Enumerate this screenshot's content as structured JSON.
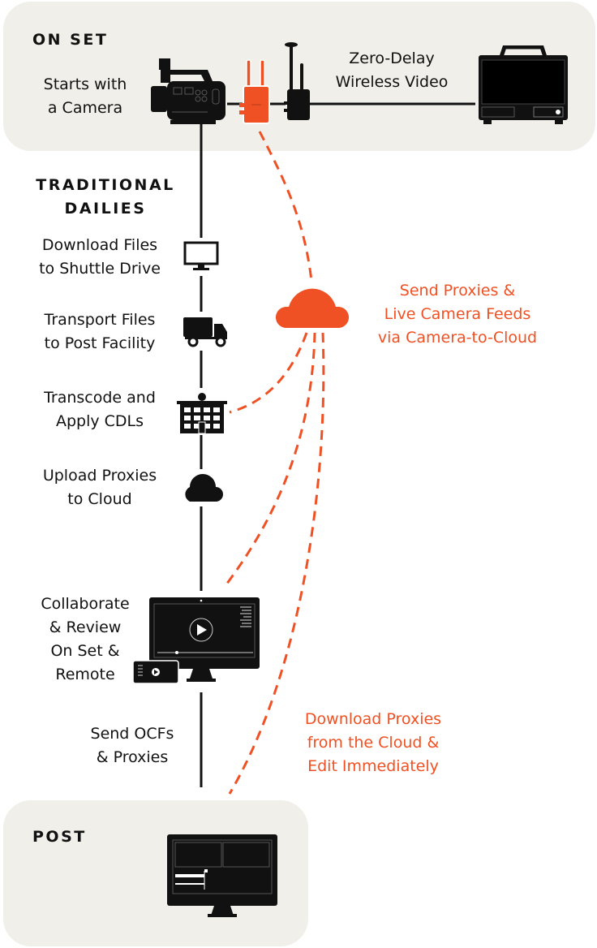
{
  "colors": {
    "accent": "#ef5124",
    "panel": "#f0efe9",
    "ink": "#111111"
  },
  "on_set": {
    "heading": "ON SET",
    "camera_label": "Starts with a Camera",
    "camera_label_lines": [
      "Starts with",
      "a Camera"
    ],
    "wireless_label_lines": [
      "Zero-Delay",
      "Wireless Video"
    ]
  },
  "traditional_dailies": {
    "heading_lines": [
      "TRADITIONAL",
      "DAILIES"
    ],
    "steps": [
      {
        "lines": [
          "Download Files",
          "to Shuttle Drive"
        ],
        "icon": "monitor-icon"
      },
      {
        "lines": [
          "Transport Files",
          "to Post Facility"
        ],
        "icon": "truck-icon"
      },
      {
        "lines": [
          "Transcode and",
          "Apply CDLs"
        ],
        "icon": "building-icon"
      },
      {
        "lines": [
          "Upload Proxies",
          "to Cloud"
        ],
        "icon": "cloud-icon"
      },
      {
        "lines": [
          "Collaborate",
          "& Review",
          "On Set &",
          "Remote"
        ],
        "icon": "devices-play-icon"
      },
      {
        "lines": [
          "Send OCFs",
          "& Proxies"
        ],
        "icon": ""
      }
    ]
  },
  "camera_to_cloud": {
    "label_lines": [
      "Send Proxies &",
      "Live Camera Feeds",
      "via Camera-to-Cloud"
    ],
    "icon": "cloud-icon"
  },
  "download": {
    "label_lines": [
      "Download Proxies",
      "from the Cloud &",
      "Edit Immediately"
    ]
  },
  "post": {
    "heading": "POST",
    "icon": "edit-monitor-icon"
  }
}
